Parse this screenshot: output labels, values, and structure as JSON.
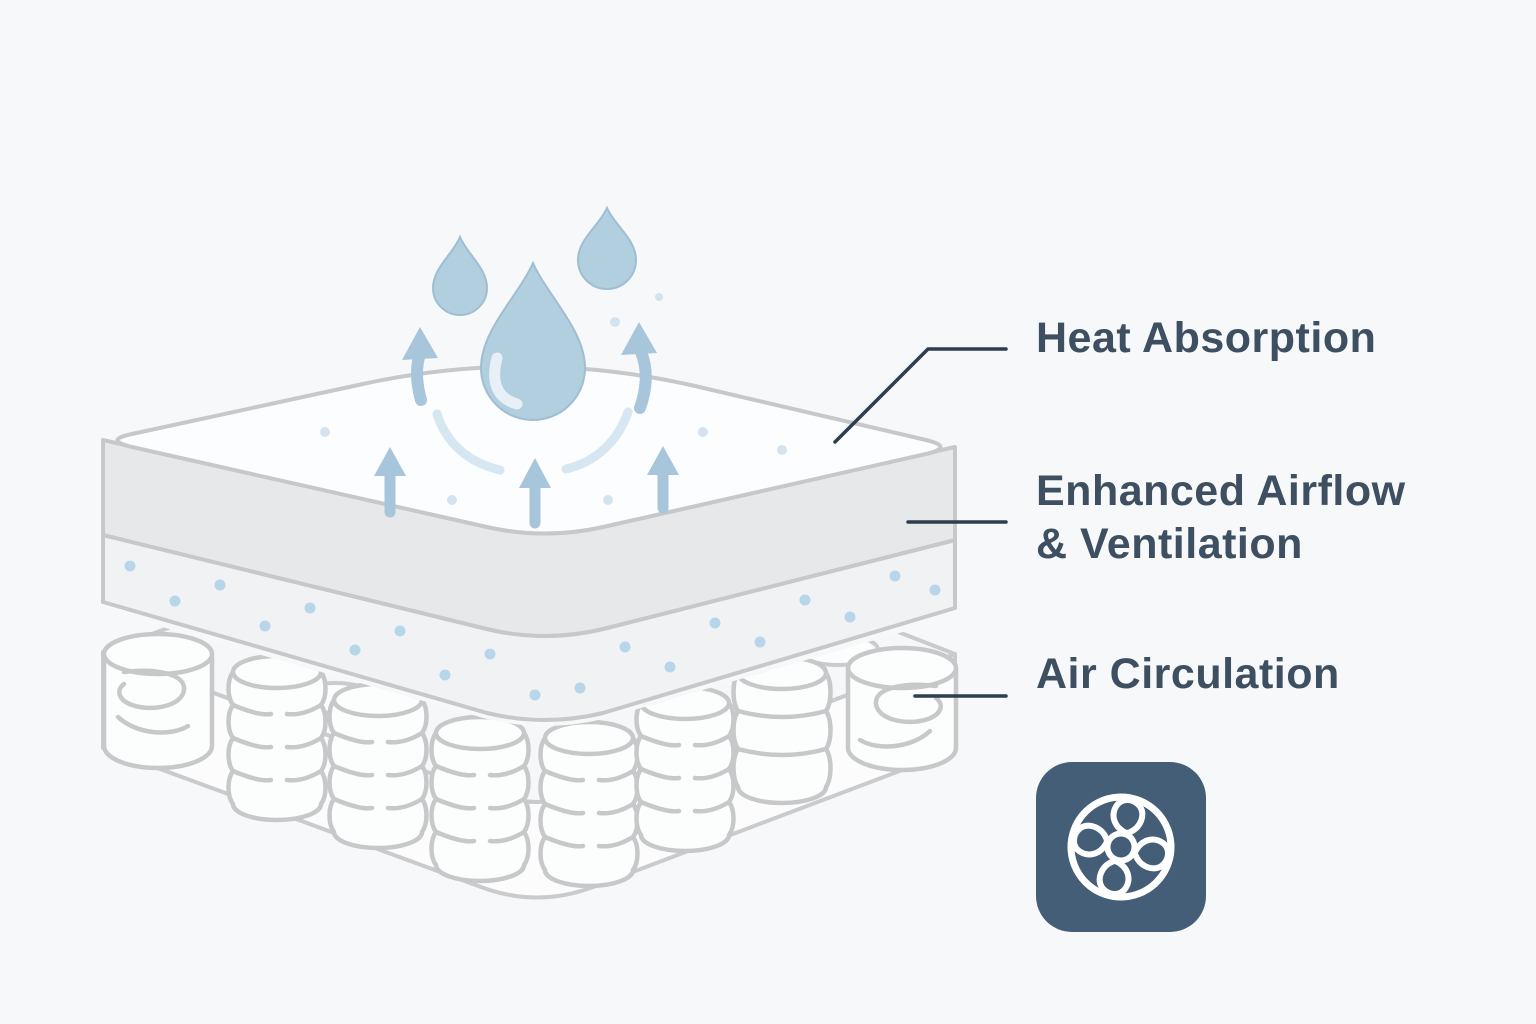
{
  "diagram": {
    "title": "mattress-cooling-layers-infographic",
    "labels": {
      "heat_absorption": "Heat Absorption",
      "enhanced_airflow_line1": "Enhanced Airflow",
      "enhanced_airflow_line2": "& Ventilation",
      "air_circulation": "Air Circulation"
    },
    "icons": {
      "fan": "fan-icon",
      "droplets": "water-droplet-icon",
      "arrows": "up-arrow-icon"
    },
    "colors": {
      "background": "#f7f8f9",
      "label_text": "#3d4f61",
      "leader_line": "#2c3e50",
      "fan_tile": "#455e77",
      "fan_glyph": "#ffffff",
      "droplet_fill": "#b2cfe0",
      "droplet_edge": "#a0bed3",
      "arrow_fill": "#a8c6db",
      "arc_accent": "#d6e7f1",
      "outline_gray": "#c6c8ca",
      "layer_side_fill": "#e7e8ea",
      "perforated_fill": "#f1f2f4",
      "top_face_fill": "#fcfdfe",
      "dot_blue": "#b7d6ea"
    }
  }
}
